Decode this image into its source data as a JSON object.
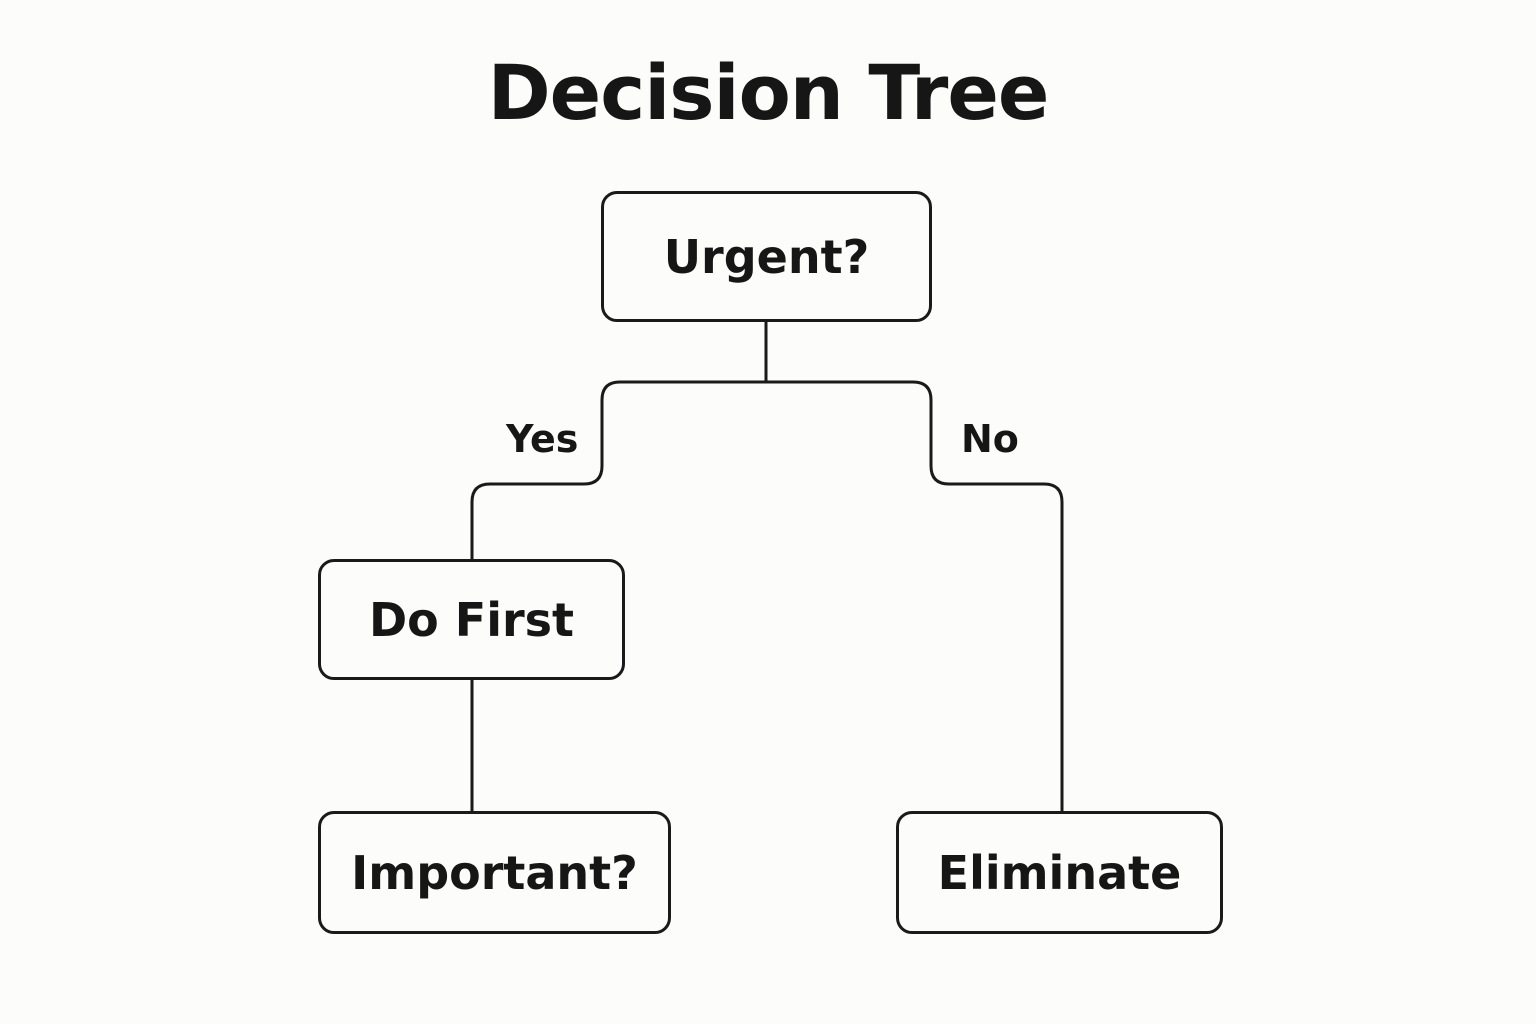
{
  "title": "Decision Tree",
  "nodes": {
    "urgent": "Urgent?",
    "do_first": "Do First",
    "important": "Important?",
    "eliminate": "Eliminate"
  },
  "edges": {
    "yes": "Yes",
    "no": "No"
  }
}
